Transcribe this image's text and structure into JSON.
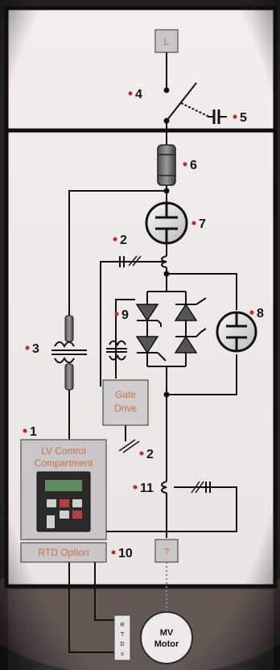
{
  "colors": {
    "panel": "#f0ecec",
    "border": "#0f0f0f",
    "dot": "#c0282a",
    "box_label": "#c9704a",
    "box_fill": "#c8c6c6",
    "dark_bg": "#1a1a1a"
  },
  "labels": {
    "line_box": "L",
    "line_box_bottom": "?",
    "gate_drive_line1": "Gate",
    "gate_drive_line2": "Drive",
    "lv_line1": "LV Control",
    "lv_line2": "Compartment",
    "rtd_option": "RTD Option",
    "motor_line1": "MV",
    "motor_line2": "Motor",
    "rtd_letters": [
      "R",
      "T",
      "D",
      "s"
    ]
  },
  "callouts": {
    "c1": "1",
    "c2a": "2",
    "c2b": "2",
    "c3": "3",
    "c4": "4",
    "c5": "5",
    "c6": "6",
    "c7": "7",
    "c8": "8",
    "c9": "9",
    "c10": "10",
    "c11": "11"
  }
}
